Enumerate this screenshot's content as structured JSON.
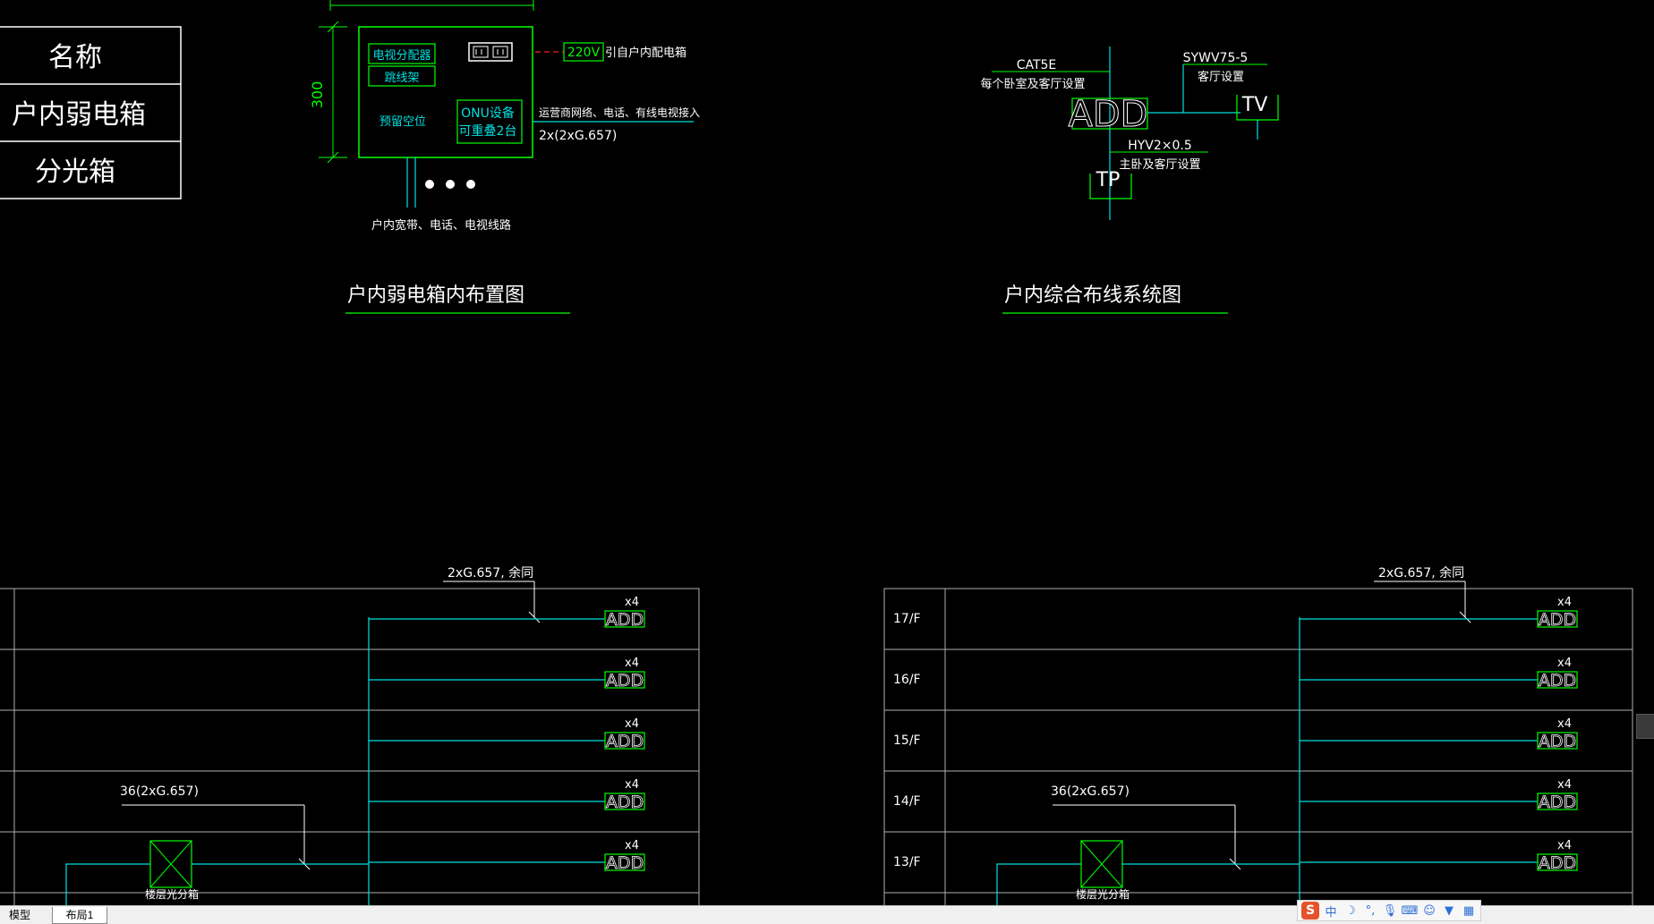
{
  "legend": {
    "rows": [
      "名称",
      "户内弱电箱",
      "分光箱"
    ]
  },
  "box_diagram": {
    "dim_300": "300",
    "tv_splitter": "电视分配器",
    "patch_frame": "跳线架",
    "reserve_space": "预留空位",
    "onu_line1": "ONU设备",
    "onu_line2": "可重叠2台",
    "v220": "220V",
    "power_from": "引自户内配电箱",
    "carrier_in": "运营商网络、电话、有线电视接入",
    "fiber": "2x(2xG.657)",
    "bottom_label": "户内宽带、电话、电视线路",
    "title": "户内弱电箱内布置图"
  },
  "cabling": {
    "cat5e": "CAT5E",
    "bedrooms": "每个卧室及客厅设置",
    "sywv": "SYWV75-5",
    "living": "客厅设置",
    "add": "ADD",
    "tv": "TV",
    "hyv": "HYV2×0.5",
    "master": "主卧及客厅设置",
    "tp": "TP",
    "title": "户内综合布线系统图"
  },
  "riser": {
    "note_top": "2xG.657,    余同",
    "x4": "x4",
    "add": "ADD",
    "trunk": "36(2xG.657)",
    "box_label": "楼层光分箱",
    "floors": [
      "17/F",
      "16/F",
      "15/F",
      "14/F",
      "13/F"
    ]
  },
  "tabs": {
    "model": "模型",
    "layout1": "布局1"
  },
  "ime": {
    "logo": "S",
    "lang": "中"
  },
  "colors": {
    "green": "#00ff00",
    "cyan": "#00e0e0",
    "white": "#ffffff",
    "red": "#ff2020",
    "gray": "#b0b0b0"
  }
}
